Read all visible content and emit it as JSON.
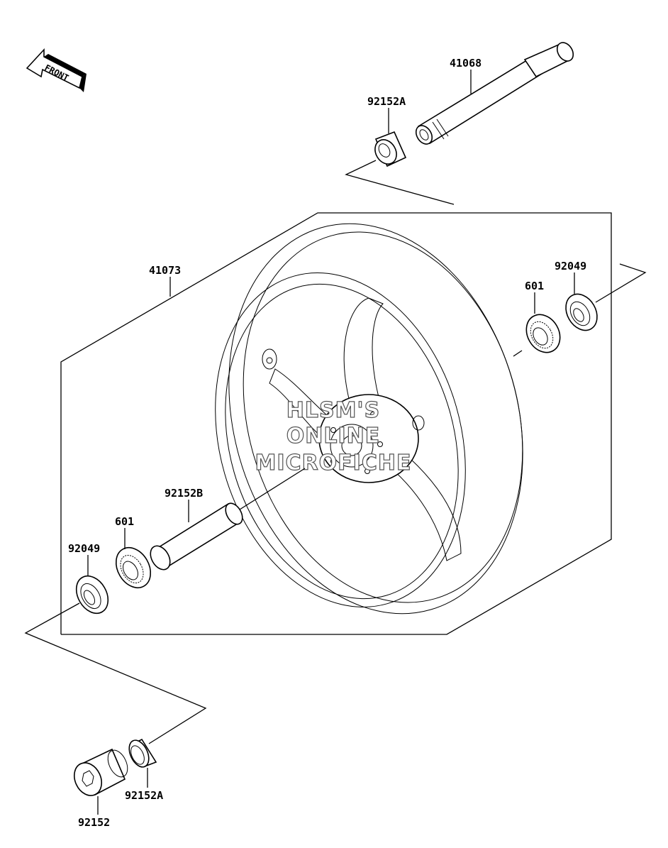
{
  "front_indicator": {
    "label": "FRONT",
    "icon": "front-arrow-icon"
  },
  "parts": {
    "axle": "41068",
    "collar_top": "92152A",
    "wheel": "41073",
    "bearing_right": "601",
    "seal_right": "92049",
    "collar_middle": "92152B",
    "bearing_left": "601",
    "seal_left": "92049",
    "collar_bottom_a": "92152A",
    "collar_bottom": "92152"
  },
  "watermark": {
    "line1": "HLSM'S",
    "line2": "ONLINE",
    "line3": "MICROFICHE"
  }
}
